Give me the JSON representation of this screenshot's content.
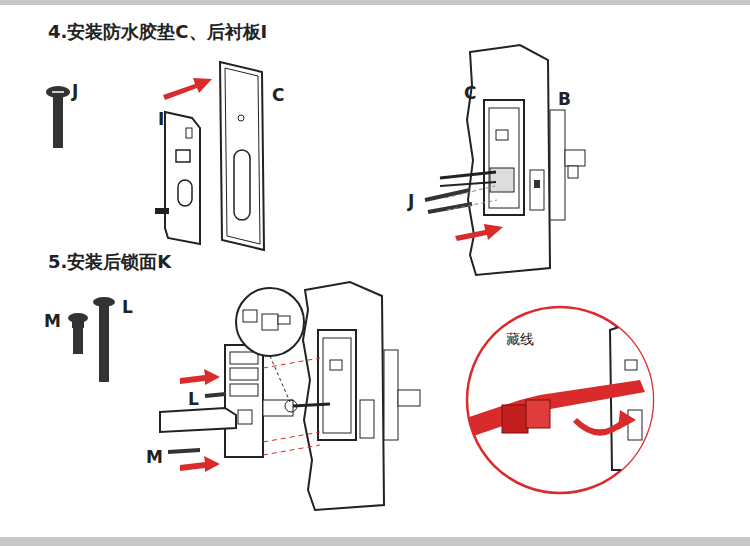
{
  "diagram": {
    "labels": [
      "4.安装防水胶垫C、后衬板I",
      "J",
      "I",
      "C",
      "C",
      "B",
      "J",
      "5.安装后锁面K",
      "M",
      "L",
      "L",
      "M",
      "藏线"
    ]
  }
}
